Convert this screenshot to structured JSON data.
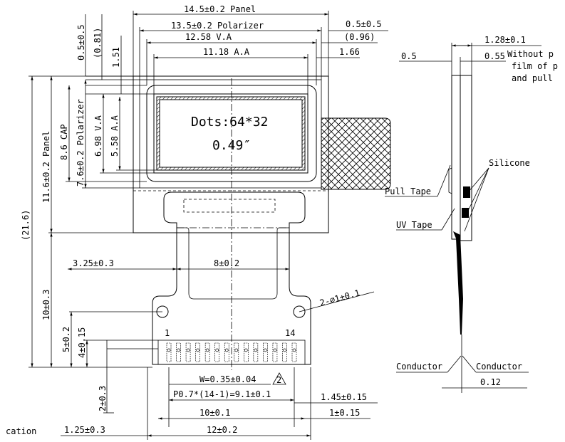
{
  "top": {
    "panel": "14.5±0.2 Panel",
    "polarizer": "13.5±0.2 Polarizer",
    "va": "12.58 V.A",
    "aa": "11.18 A.A",
    "r1": "0.5±0.5",
    "r2": "(0.96)",
    "r3": "1.66",
    "v1": "0.5±0.5",
    "v2": "(0.81)",
    "v3": "1.51"
  },
  "left": {
    "total": "(21.6)",
    "panel": "11.6±0.2 Panel",
    "cap": "8.6 CAP",
    "polarizer": "7.6±0.2 Polarizer",
    "va": "6.98 V.A",
    "aa": "5.58 A.A",
    "fpc_len": "10±0.3",
    "pin1": "5±0.2",
    "pin2": "4±0.15",
    "pin3": "2±0.3"
  },
  "center": {
    "dots": "Dots:64*32",
    "size": "0.49″",
    "w325": "3.25±0.3",
    "w8": "8±0.2",
    "holes": "2-∅1±0.1",
    "pin_first": "1",
    "pin_last": "14",
    "width_note": "W=0.35±0.04",
    "width_tag": "2",
    "pitch": "P0.7*(14-1)=9.1±0.1",
    "w145": "1.45±0.15",
    "w10": "10±0.1",
    "w1": "1±0.15",
    "w125": "1.25±0.3",
    "w12": "12±0.2",
    "cation": "cation"
  },
  "side": {
    "t128": "1.28±0.1",
    "t05": "0.5",
    "t055": "0.55",
    "note1": "Without p",
    "note2": "film of p",
    "note3": "and pull",
    "silicone": "Silicone",
    "pull_tape": "Pull Tape",
    "uv_tape": "UV Tape",
    "conductor_l": "Conductor",
    "conductor_r": "Conductor",
    "t012": "0.12"
  }
}
